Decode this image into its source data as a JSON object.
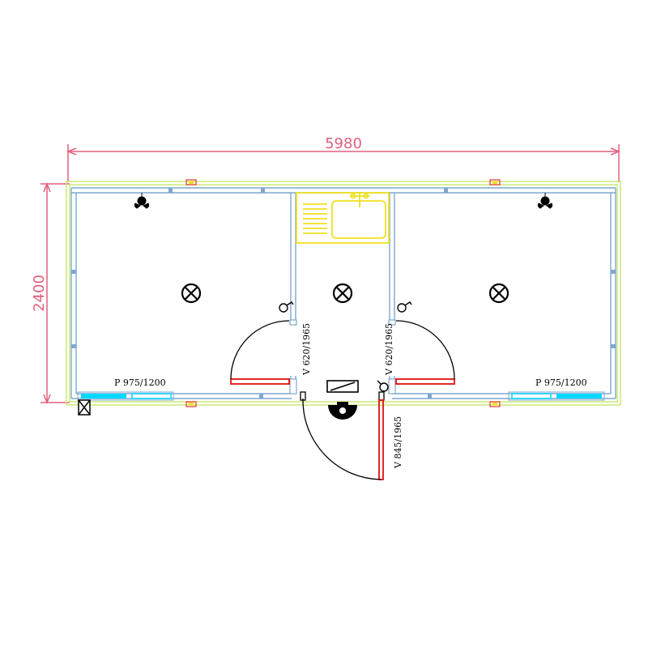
{
  "dimensions": {
    "width_label": "5980",
    "height_label": "2400"
  },
  "labels": {
    "window_left": "P 975/1200",
    "window_right": "P 975/1200",
    "door_left": "V 620/1965",
    "door_right": "V 620/1965",
    "door_entrance": "V 845/1965"
  },
  "colors": {
    "dimension": "#e0607e",
    "wall": "#7fa7cf",
    "outer_wall": "#c8e86a",
    "door": "#e01010",
    "window": "#00d8ff",
    "sink": "#f0e020",
    "symbol": "#000000"
  }
}
